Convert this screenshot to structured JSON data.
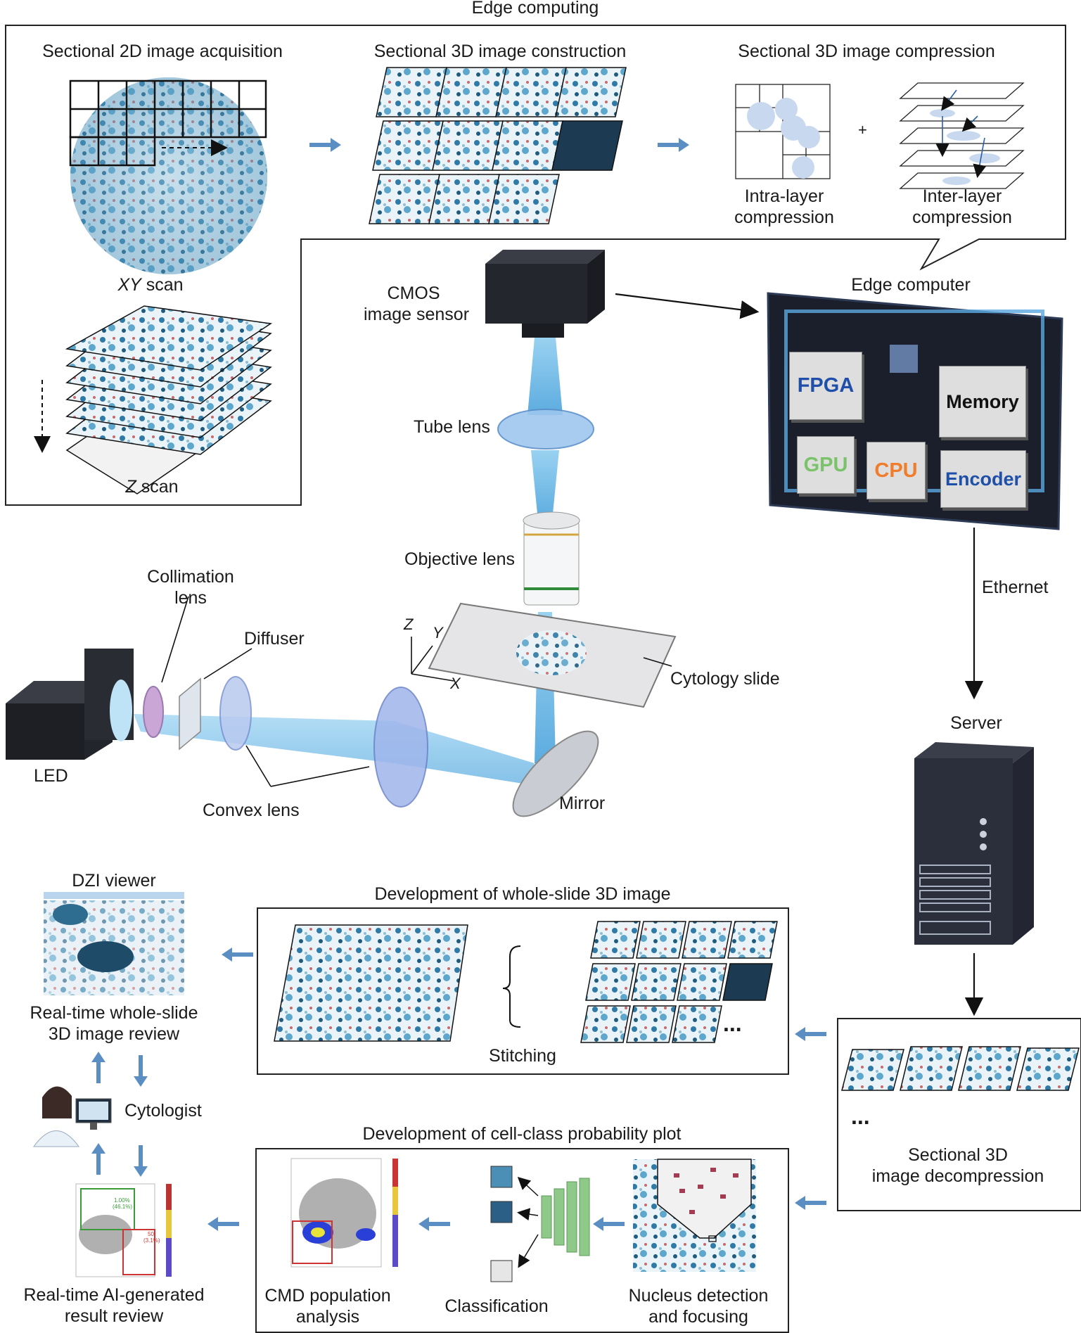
{
  "edge_computing": {
    "title": "Edge computing",
    "step_2d": "Sectional 2D image acquisition",
    "step_3d": "Sectional 3D image construction",
    "step_comp": "Sectional 3D image compression",
    "intra_1": "Intra-layer",
    "intra_2": "compression",
    "inter_1": "Inter-layer",
    "inter_2": "compression",
    "plus": "+",
    "xy_scan": "XY",
    "xy_scan_suffix": " scan",
    "z_scan": "Z",
    "z_scan_suffix": " scan"
  },
  "optics": {
    "cmos_1": "CMOS",
    "cmos_2": "image sensor",
    "tube_lens": "Tube lens",
    "objective_lens": "Objective lens",
    "collimation_1": "Collimation",
    "collimation_2": "lens",
    "diffuser": "Diffuser",
    "led": "LED",
    "convex_lens": "Convex lens",
    "mirror": "Mirror",
    "cytology_slide": "Cytology slide",
    "axis_z": "Z",
    "axis_y": "Y",
    "axis_x": "X"
  },
  "edge_computer": {
    "title": "Edge computer",
    "chips": {
      "fpga": "FPGA",
      "memory": "Memory",
      "gpu": "GPU",
      "cpu": "CPU",
      "encoder": "Encoder"
    },
    "colors": {
      "fpga": "#1f4fa8",
      "memory": "#111111",
      "gpu": "#7ac36a",
      "cpu": "#ef7d2c",
      "encoder": "#1f4fa8"
    }
  },
  "network": {
    "ethernet": "Ethernet",
    "server": "Server"
  },
  "decompression": {
    "ellipsis": "...",
    "label_1": "Sectional 3D",
    "label_2": "image decompression"
  },
  "whole_slide": {
    "title": "Development of whole-slide 3D image",
    "stitching": "Stitching",
    "ellipsis": "..."
  },
  "viewer": {
    "title": "DZI viewer",
    "review_1": "Real-time whole-slide",
    "review_2": "3D image review"
  },
  "cytologist": {
    "label": "Cytologist"
  },
  "probability": {
    "title": "Development of cell-class probability plot",
    "cmd_1": "CMD population",
    "cmd_2": "analysis",
    "classification": "Classification",
    "nucleus_1": "Nucleus detection",
    "nucleus_2": "and focusing"
  },
  "ai_review": {
    "review_1": "Real-time AI-generated",
    "review_2": "result review",
    "pct_1": "1.00%",
    "pct_1b": "(46.1%)",
    "pct_2": "50",
    "pct_2b": "(3.1%)"
  },
  "palette": {
    "beam": "#7fc3ea",
    "stain": "#3c8fbf",
    "arrow_blue": "#5b8fc4",
    "chip_board": "#1b1f2b"
  }
}
